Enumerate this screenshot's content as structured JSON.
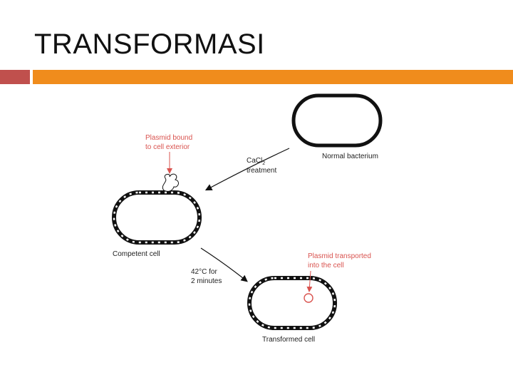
{
  "slide": {
    "title": "TRANSFORMASI",
    "accent_left_color": "#c0504d",
    "accent_right_color": "#f08c1c"
  },
  "diagram": {
    "label_plasmid_bound": [
      "Plasmid bound",
      "to cell exterior"
    ],
    "label_normal": "Normal bacterium",
    "label_cacl2": {
      "line1_main": "CaCl",
      "line1_sub": "2",
      "line2": "treatment"
    },
    "label_competent": "Competent cell",
    "label_heat": [
      "42°C for",
      "2 minutes"
    ],
    "label_plasmid_transported": [
      "Plasmid transported",
      "into the cell"
    ],
    "label_transformed": "Transformed cell",
    "annotation_color": "#d9534f"
  }
}
